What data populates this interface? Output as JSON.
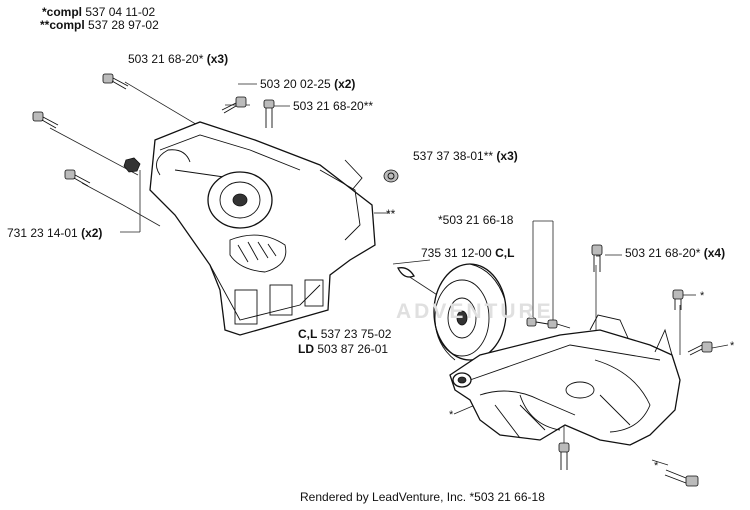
{
  "header": {
    "line1_prefix": "*compl",
    "line1_value": "537 04 11-02",
    "line2_prefix": "**compl",
    "line2_value": "537 28 97-02"
  },
  "labels": {
    "bolt_top_left": {
      "part": "503 21 68-20*",
      "qty": "(x3)"
    },
    "bolt_mid": {
      "part": "503 20 02-25",
      "qty": "(x2)"
    },
    "bolt_small": {
      "part": "503 21 68-20**"
    },
    "spacer": {
      "part": "537 37 38-01**",
      "qty": "(x3)"
    },
    "stud_left": {
      "part": "731 23 14-01",
      "qty": "(x2)"
    },
    "screw_housing": {
      "part": "*503 21 66-18"
    },
    "clip": {
      "part": "735 31 12-00",
      "models": "C,L"
    },
    "bolt_right": {
      "part": "503 21 68-20*",
      "qty": "(x4)"
    },
    "drum_1": {
      "models": "C,L",
      "part": "537 23 75-02"
    },
    "drum_2": {
      "models": "LD",
      "part": "503 87 26-01"
    },
    "star2_marker": "**",
    "star_marker": "*"
  },
  "watermark": "ADVENTURE",
  "footer": {
    "credit": "Rendered by LeadVenture, Inc.",
    "part": "*503 21 66-18"
  }
}
